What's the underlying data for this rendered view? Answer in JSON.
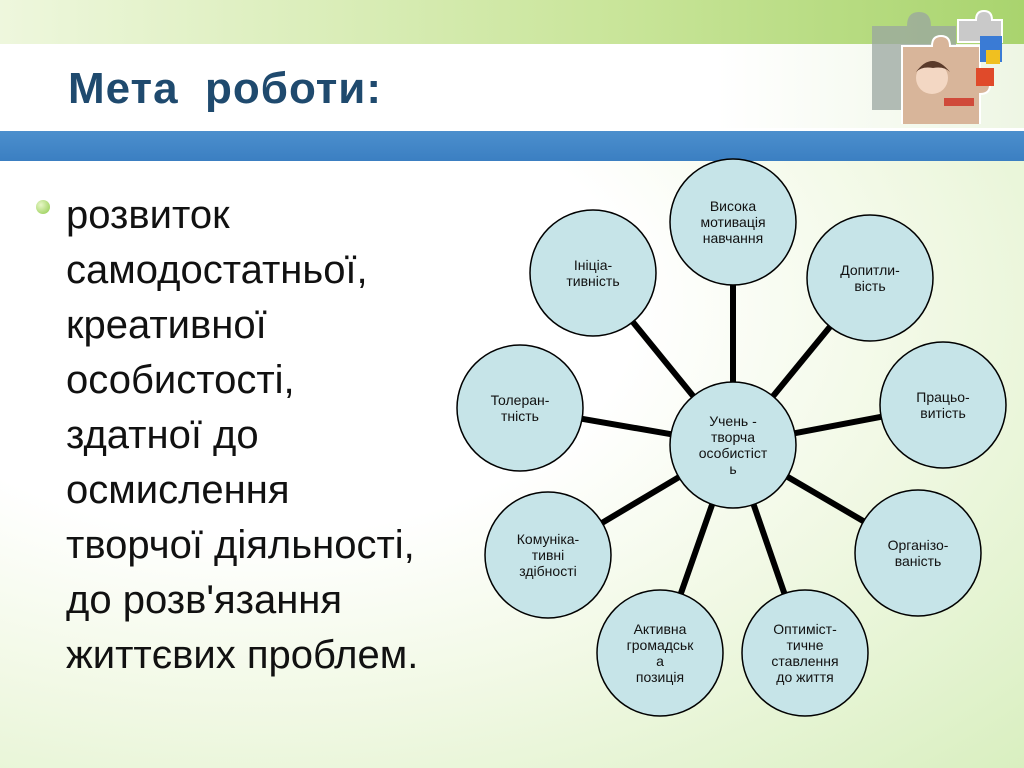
{
  "slide": {
    "title": "Мета  роботи:",
    "bullet": "розвиток\nсамодостатньої,\nкреативної\nособистості,\nздатної  до\nосмислення\nтворчої  діяльності,\nдо  розв'язання\nжиттєвих  проблем."
  },
  "diagram": {
    "center": "Учень -\nтворча\nособистіст\nь",
    "nodes": [
      "Висока\nмотивація\nнавчання",
      "Допитли-\nвість",
      "Працьо-\nвитість",
      "Організо-\nваність",
      "Оптиміст-\nтичне\nставлення\nдо  життя",
      "Активна\nгромадськ\nа\nпозиція",
      "Комуніка-\nтивні\nздібності",
      "Толеран-\nтність",
      "Ініціа-\nтивність"
    ]
  },
  "colors": {
    "node_fill": "#c6e4e8",
    "node_stroke": "#000000",
    "title": "#1f4a6e",
    "band": "#3b7fc2"
  },
  "icons": {
    "decor": "puzzle-pieces-image"
  }
}
